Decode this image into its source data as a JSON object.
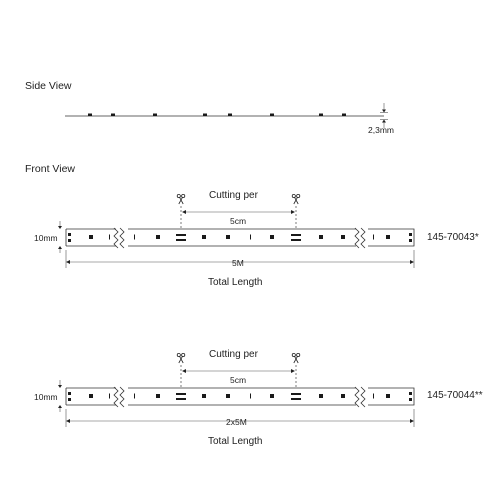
{
  "side_view": {
    "title": "Side View",
    "thickness": "2,3mm"
  },
  "front_view": {
    "title": "Front View"
  },
  "strips": [
    {
      "cutting_label": "Cutting per",
      "cut_interval": "5cm",
      "width": "10mm",
      "length": "5M",
      "total_label": "Total Length",
      "part_number": "145-70043*"
    },
    {
      "cutting_label": "Cutting per",
      "cut_interval": "5cm",
      "width": "10mm",
      "length": "2x5M",
      "total_label": "Total Length",
      "part_number": "145-70044**"
    }
  ],
  "icons": {
    "cut": "scissors-icon",
    "break": "zigzag-break-icon",
    "dimension": "arrow-icon"
  }
}
